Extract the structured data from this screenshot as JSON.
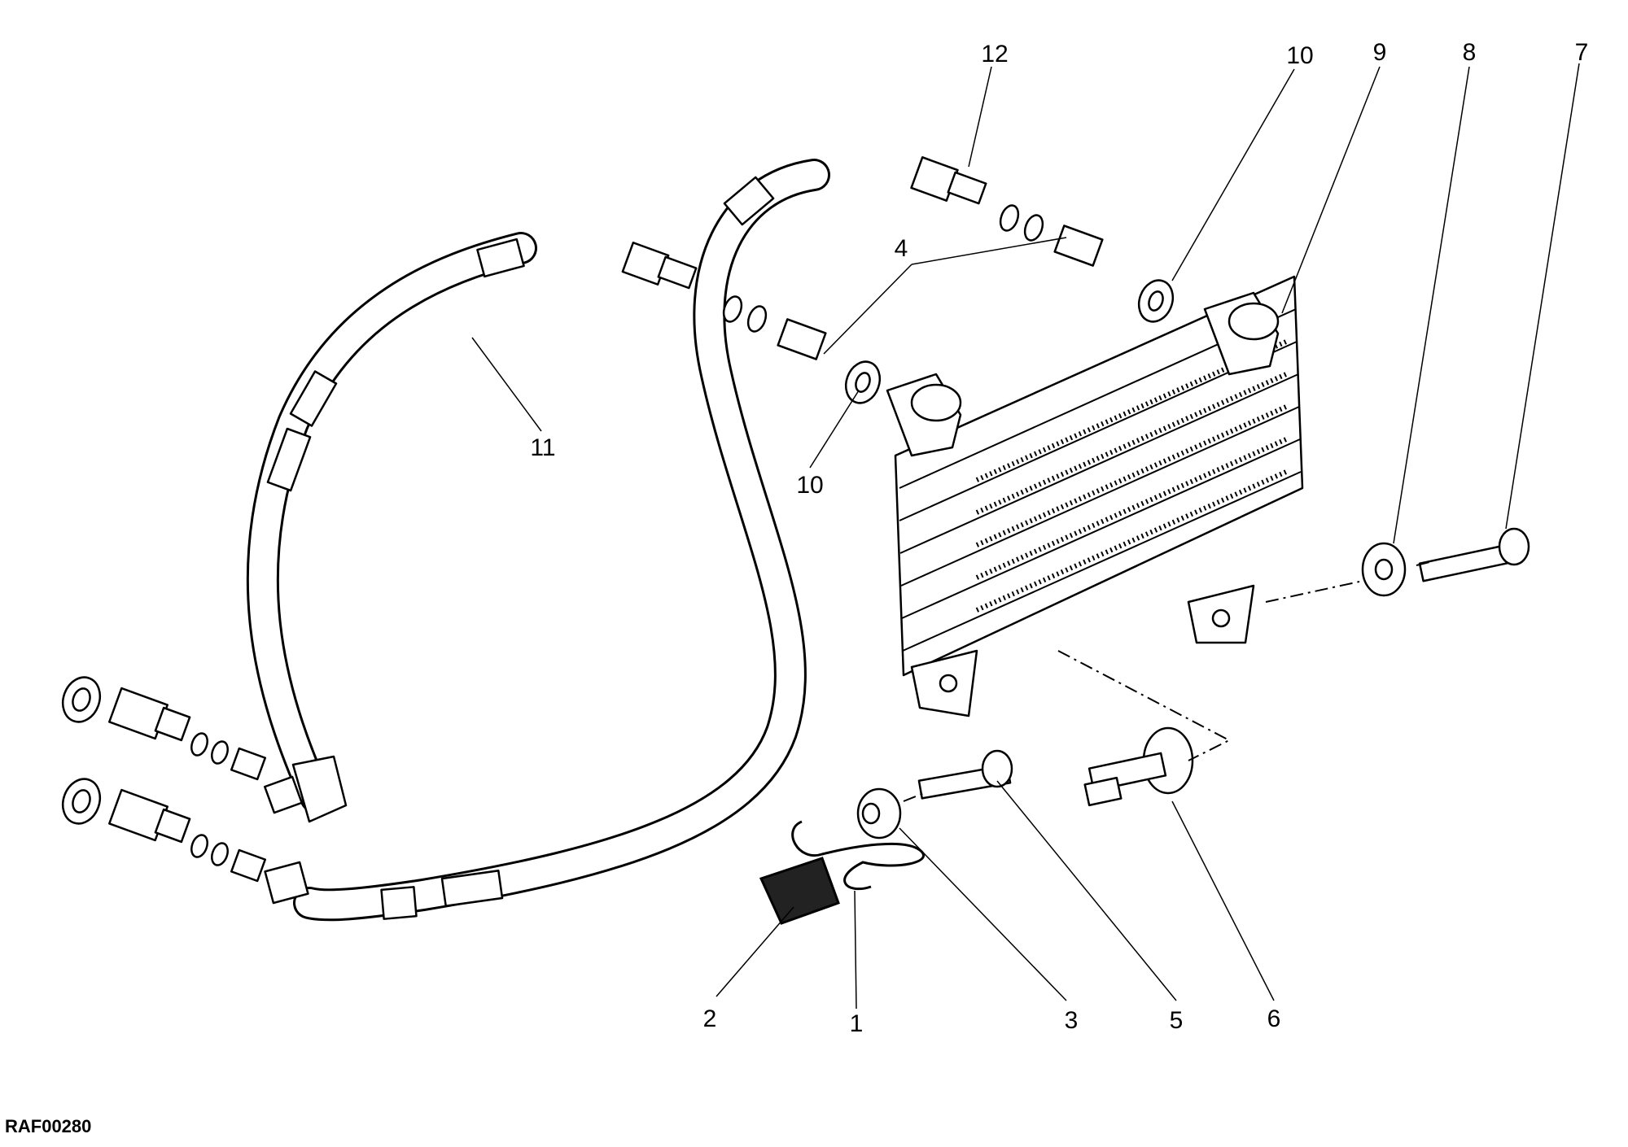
{
  "diagram": {
    "drawing_code": "RAF00280",
    "callouts": [
      {
        "id": "c1",
        "label": "1"
      },
      {
        "id": "c2",
        "label": "2"
      },
      {
        "id": "c3",
        "label": "3"
      },
      {
        "id": "c4",
        "label": "4"
      },
      {
        "id": "c5",
        "label": "5"
      },
      {
        "id": "c6",
        "label": "6"
      },
      {
        "id": "c7",
        "label": "7"
      },
      {
        "id": "c8",
        "label": "8"
      },
      {
        "id": "c9",
        "label": "9"
      },
      {
        "id": "c10a",
        "label": "10"
      },
      {
        "id": "c10b",
        "label": "10"
      },
      {
        "id": "c11",
        "label": "11"
      },
      {
        "id": "c12",
        "label": "12"
      }
    ]
  }
}
